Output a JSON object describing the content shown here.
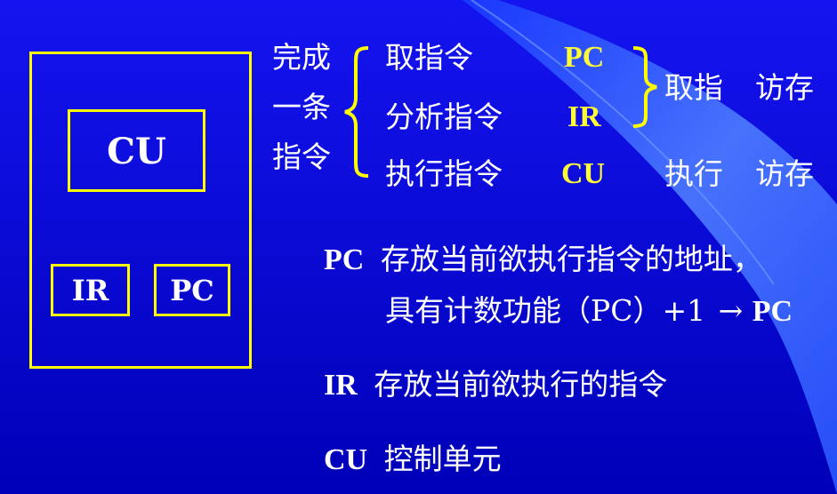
{
  "colors": {
    "background": "#0a0ad8",
    "accent": "#ffff00",
    "text": "#ffffff",
    "swoosh": "#4a7bff"
  },
  "cpu_diagram": {
    "cu": "CU",
    "ir": "IR",
    "pc": "PC"
  },
  "instruction_cycle": {
    "group_label": [
      "完成",
      "一条",
      "指令"
    ],
    "steps": [
      {
        "name": "取指令",
        "reg": "PC"
      },
      {
        "name": "分析指令",
        "reg": "IR"
      },
      {
        "name": "执行指令",
        "reg": "CU"
      }
    ],
    "phase1": {
      "a": "取指",
      "b": "访存"
    },
    "phase2": {
      "a": "执行",
      "b": "访存"
    }
  },
  "descriptions": {
    "pc": {
      "term": "PC",
      "line1": "存放当前欲执行指令的地址，",
      "line2": "具有计数功能（PC）+1",
      "arrow": "→",
      "tail": "PC"
    },
    "ir": {
      "term": "IR",
      "text": "存放当前欲执行的指令"
    },
    "cu": {
      "term": "CU",
      "text": "控制单元"
    }
  }
}
